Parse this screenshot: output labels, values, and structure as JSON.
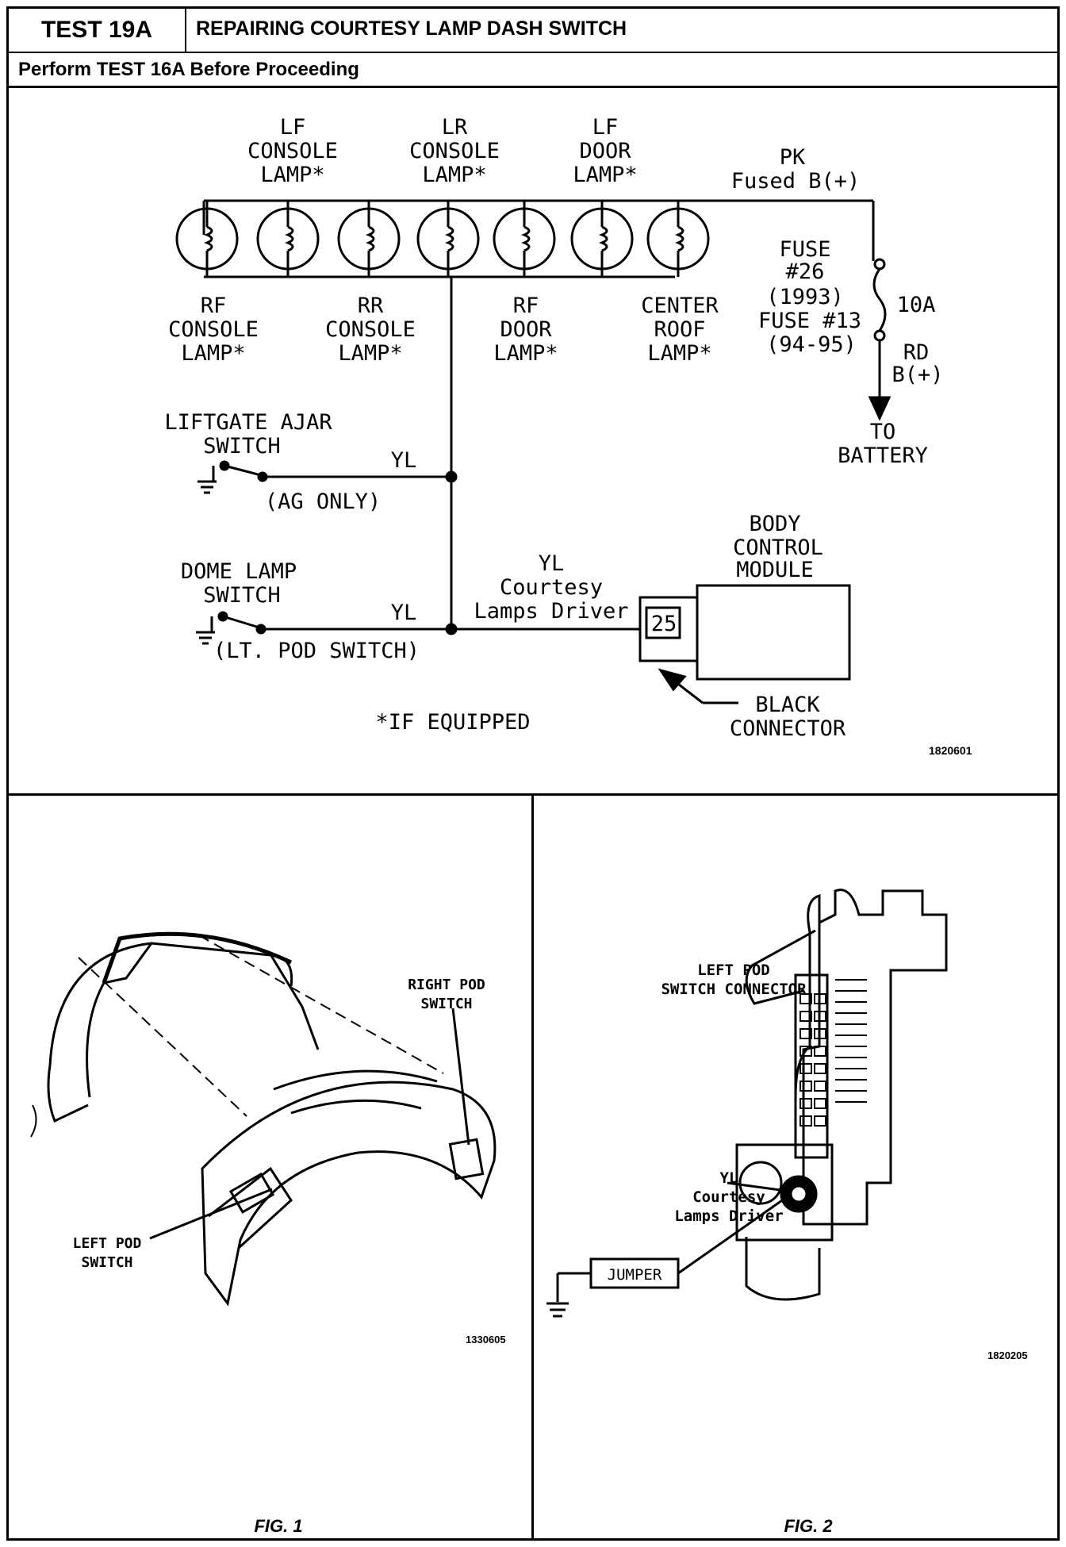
{
  "header": {
    "test_id": "TEST 19A",
    "title": "REPAIRING COURTESY LAMP DASH SWITCH",
    "subtitle": "Perform TEST 16A Before Proceeding"
  },
  "schematic": {
    "lamps_top": {
      "lf_console": [
        "LF",
        "CONSOLE",
        "LAMP*"
      ],
      "lr_console": [
        "LR",
        "CONSOLE",
        "LAMP*"
      ],
      "lf_door": [
        "LF",
        "DOOR",
        "LAMP*"
      ]
    },
    "lamps_bottom": {
      "rf_console": [
        "RF",
        "CONSOLE",
        "LAMP*"
      ],
      "rr_console": [
        "RR",
        "CONSOLE",
        "LAMP*"
      ],
      "rf_door": [
        "RF",
        "DOOR",
        "LAMP*"
      ],
      "center_roof": [
        "CENTER",
        "ROOF",
        "LAMP*"
      ]
    },
    "feed": [
      "PK",
      "Fused B(+)"
    ],
    "fuse": [
      "FUSE",
      "#26",
      "(1993)",
      "FUSE #13",
      "(94-95)"
    ],
    "fuse_rating": "10A",
    "rd": [
      "RD",
      "B(+)"
    ],
    "battery": [
      "TO",
      "BATTERY"
    ],
    "liftgate_switch": [
      "LIFTGATE AJAR",
      "SWITCH"
    ],
    "liftgate_note": "(AG ONLY)",
    "liftgate_wire": "YL",
    "dome_switch": [
      "DOME LAMP",
      "SWITCH"
    ],
    "dome_note": "(LT. POD SWITCH)",
    "dome_wire": "YL",
    "driver_label": [
      "YL",
      "Courtesy",
      "Lamps Driver"
    ],
    "bcm": [
      "BODY",
      "CONTROL",
      "MODULE"
    ],
    "pin": "25",
    "connector": [
      "BLACK",
      "CONNECTOR"
    ],
    "footnote": "*IF EQUIPPED",
    "fig_id": "1820601"
  },
  "fig1": {
    "right_pod": [
      "RIGHT POD",
      "SWITCH"
    ],
    "left_pod": [
      "LEFT POD",
      "SWITCH"
    ],
    "fig_id": "1330605",
    "caption": "FIG. 1"
  },
  "fig2": {
    "connector_title": [
      "LEFT POD",
      "SWITCH CONNECTOR"
    ],
    "driver": [
      "YL",
      "Courtesy",
      "Lamps Driver"
    ],
    "jumper": "JUMPER",
    "fig_id": "1820205",
    "caption": "FIG. 2"
  }
}
